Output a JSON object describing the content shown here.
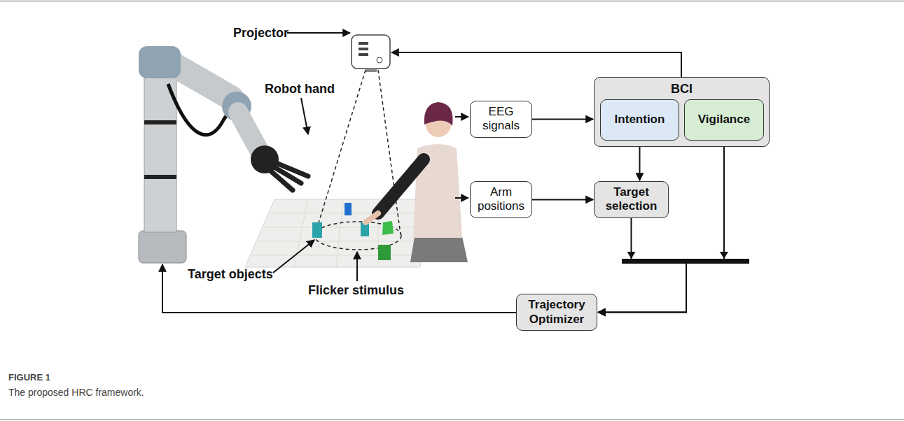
{
  "diagram": {
    "caption": "The proposed HRC framework.",
    "nodes": [
      {
        "text": [
          "EEG signals"
        ]
      },
      {
        "text": [
          "BCI"
        ]
      },
      {
        "text": [
          "Intention"
        ],
        "in": 1
      },
      {
        "text": [
          "Vigilance"
        ],
        "in": 1
      },
      {
        "text": [
          "Arm positions"
        ]
      },
      {
        "text": [
          "Target selection"
        ]
      },
      {
        "text": [
          "Trajectory Optimizer"
        ]
      }
    ],
    "edges": [
      {
        "from": 0,
        "to": 1,
        "arrow": "to"
      },
      {
        "from": 2,
        "to": 5,
        "arrow": "to"
      },
      {
        "from": 4,
        "to": 5,
        "arrow": "to"
      },
      {
        "from": 5,
        "to": 6,
        "arrow": "to"
      },
      {
        "from": 3,
        "to": 6,
        "arrow": "to"
      }
    ],
    "labels": [
      "Projector",
      "Robot hand",
      "Target objects",
      "Flicker stimulus",
      "FIGURE 1"
    ]
  }
}
